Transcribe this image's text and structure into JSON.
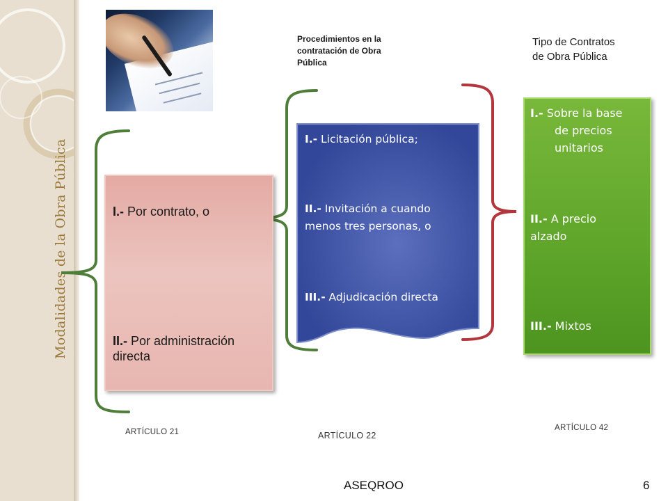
{
  "sidebar": {
    "title": "Modalidades de la Obra Pública"
  },
  "photo": {
    "icon": "signing-document-photo"
  },
  "headers": {
    "procedimientos": [
      "Procedimientos en la",
      "contratación de Obra",
      "Pública"
    ],
    "tipo": [
      "Tipo de Contratos",
      "de Obra Pública"
    ]
  },
  "modalidades": {
    "items": [
      {
        "num": "I.-",
        "text": " Por contrato, o"
      },
      {
        "num": "II.-",
        "text": " Por administración",
        "text2": "directa"
      }
    ],
    "article": "ARTÍCULO  21"
  },
  "procedimientos": {
    "items": [
      {
        "num": "I.-",
        "text": " Licitación pública;"
      },
      {
        "num": "II.-",
        "text": " Invitación a cuando",
        "text2": "menos tres personas, o"
      },
      {
        "num": "III.-",
        "text": " Adjudicación directa"
      }
    ],
    "article": "ARTÍCULO 22"
  },
  "tipos": {
    "items": [
      {
        "num": "I.-",
        "text": "  Sobre la base",
        "text2": "de precios",
        "text3": "unitarios"
      },
      {
        "num": "II.-",
        "text": " A precio",
        "text2": "alzado"
      },
      {
        "num": "III.-",
        "text": " Mixtos"
      }
    ],
    "article": "ARTÍCULO  42"
  },
  "footer": {
    "org": "ASEQROO",
    "page": "6"
  },
  "colors": {
    "green_brace": "#4f7d3a",
    "red_brace": "#b3363d",
    "blue_box": "#3b52a5",
    "green_box": "#5ea52a",
    "pink_box": "#e8b6b0",
    "sidebar_title": "#9b7a3c"
  }
}
